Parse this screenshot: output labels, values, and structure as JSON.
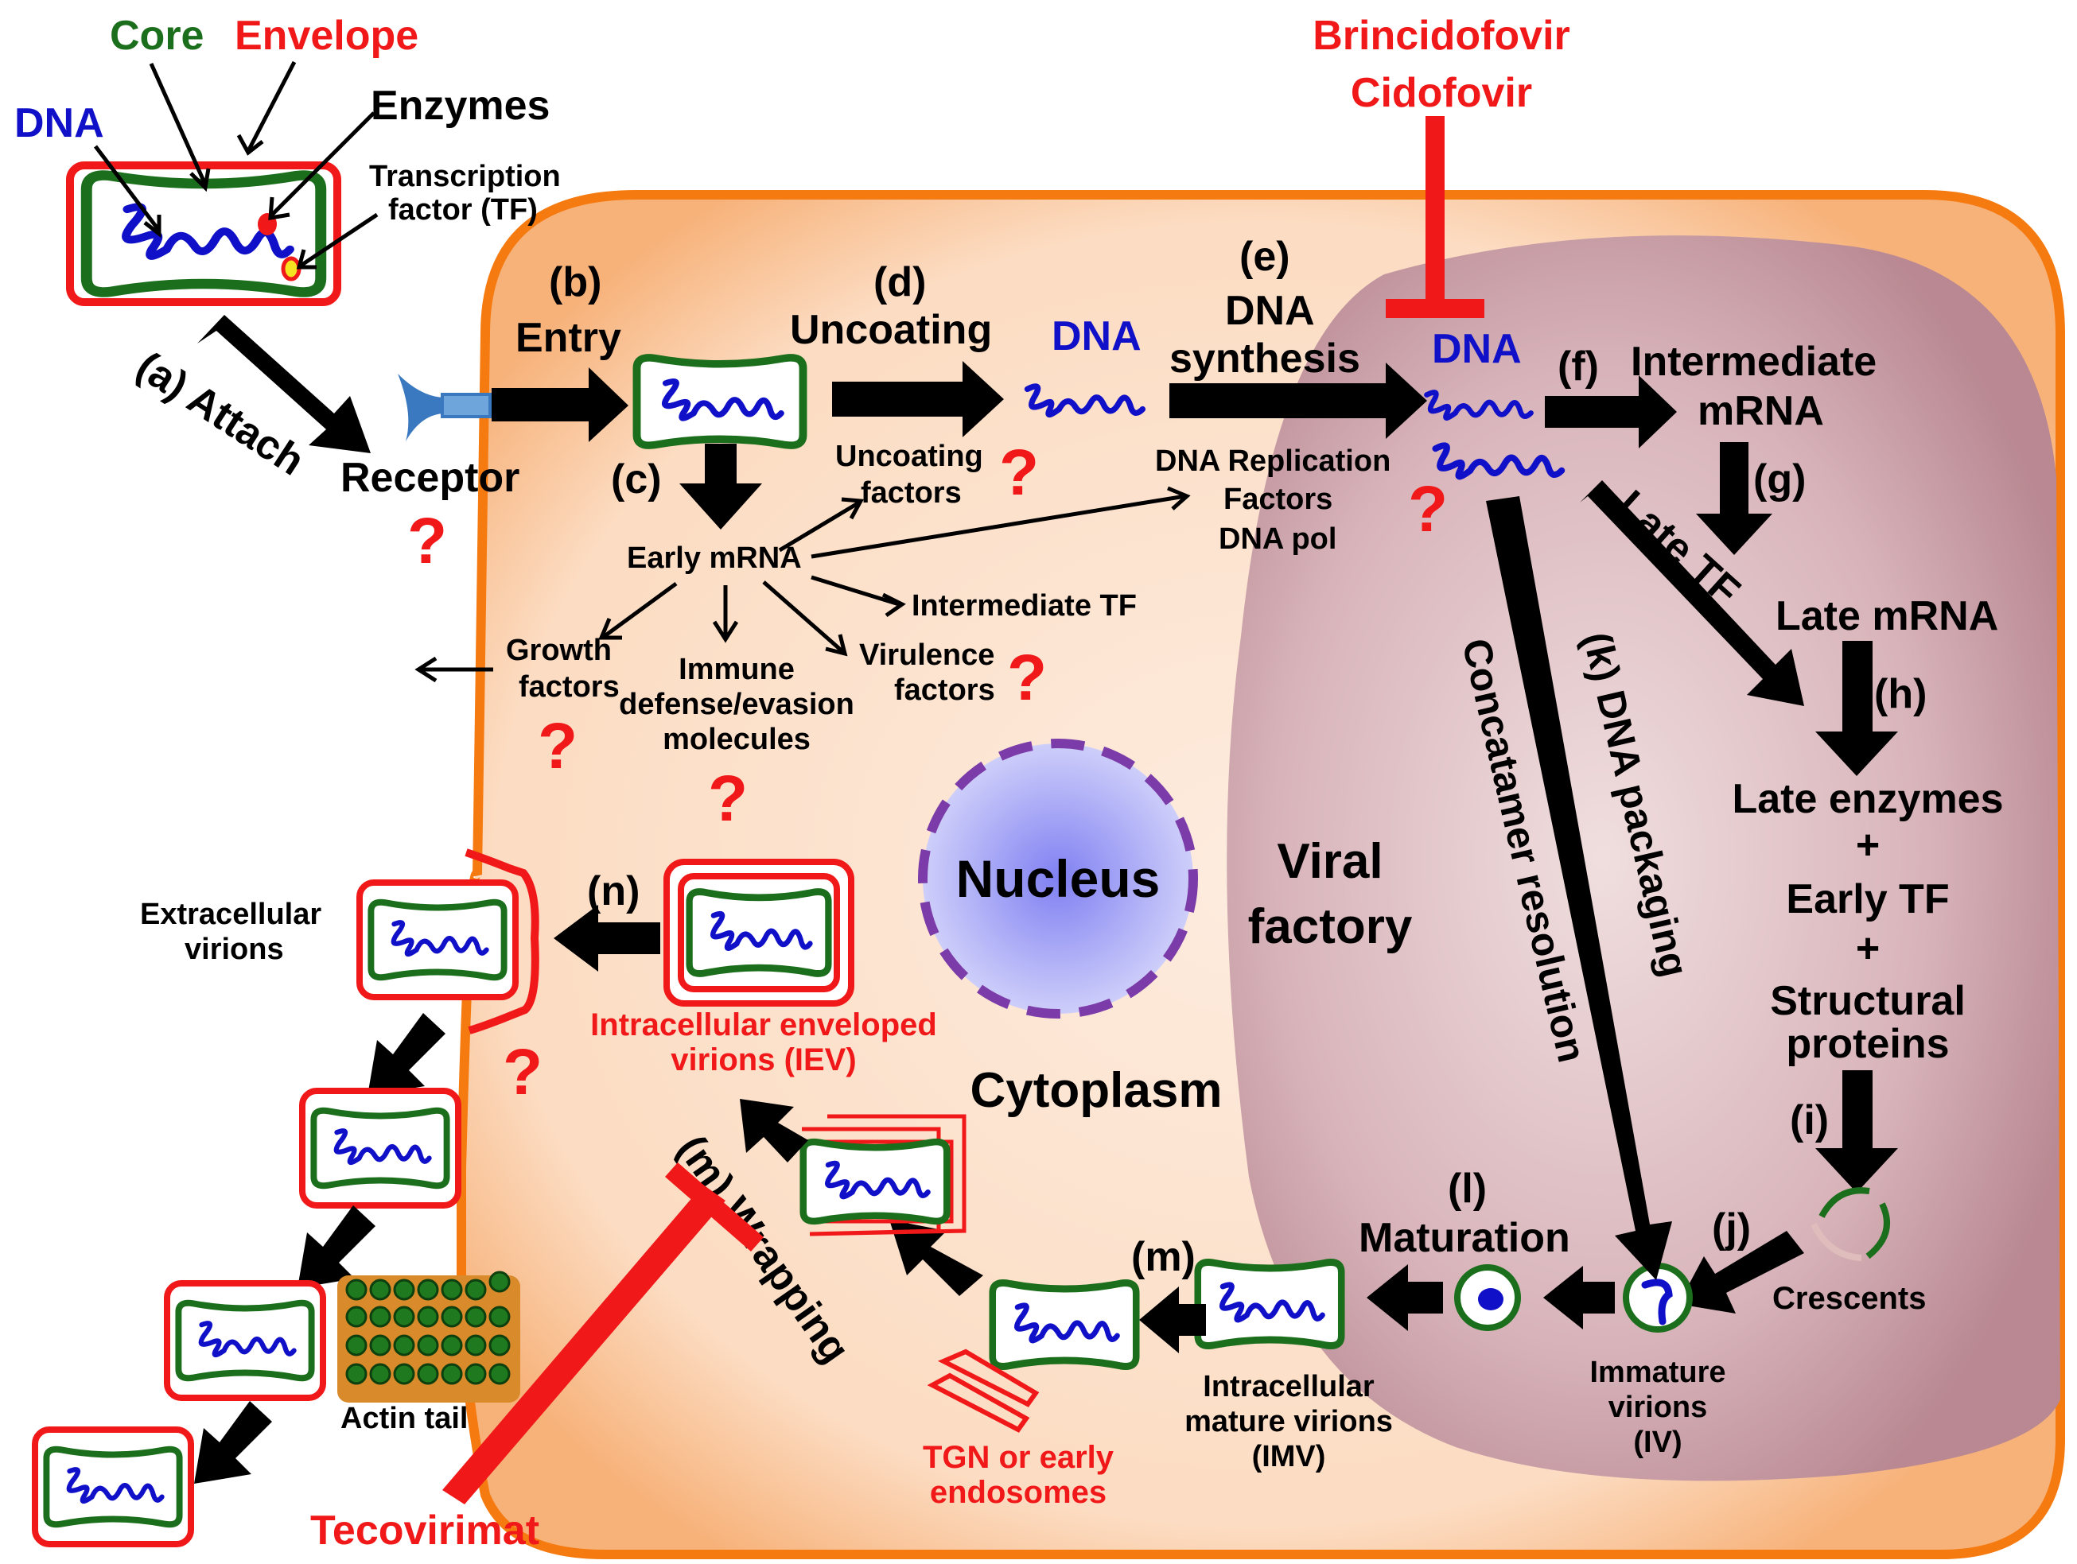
{
  "colors": {
    "cell_fill": "#fde3cf",
    "cell_border": "#f57a10",
    "factory_fill": "#caa2aa",
    "nucleus_fill": "#8a8cf0",
    "nucleus_border": "#7b3ba8",
    "core_green": "#1b6e1b",
    "dna_blue": "#1010c8",
    "envelope_red": "#f01818",
    "text_black": "#000000",
    "receptor_blue": "#3a78c0",
    "actin_fill": "#d98a2a",
    "actin_dot": "#1f7a1f"
  },
  "virion_labels": {
    "core": "Core",
    "envelope": "Envelope",
    "dna": "DNA",
    "enzymes": "Enzymes",
    "tf_line1": "Transcription",
    "tf_line2": "factor (TF)"
  },
  "steps": {
    "attach": "(a) Attach",
    "receptor": "Receptor",
    "b": "(b)",
    "entry": "Entry",
    "c": "(c)",
    "d": "(d)",
    "uncoating": "Uncoating",
    "dna_cyto": "DNA",
    "e": "(e)",
    "dna_synth_1": "DNA",
    "dna_synth_2": "synthesis",
    "dna_factory": "DNA",
    "f": "(f)",
    "intermediate_1": "Intermediate",
    "intermediate_2": "mRNA",
    "g": "(g)",
    "late_tf": "Late TF",
    "late_mrna": "Late mRNA",
    "h": "(h)",
    "late_enzymes": "Late enzymes",
    "plus1": "+",
    "early_tf": "Early TF",
    "plus2": "+",
    "structural_1": "Structural",
    "structural_2": "proteins",
    "i": "(i)",
    "j": "(j)",
    "crescents": "Crescents",
    "immature_1": "Immature",
    "immature_2": "virions",
    "immature_3": "(IV)",
    "l": "(l)",
    "maturation": "Maturation",
    "imv_1": "Intracellular",
    "imv_2": "mature virions",
    "imv_3": "(IMV)",
    "m": "(m)",
    "tgn_1": "TGN or early",
    "tgn_2": "endosomes",
    "wrapping": "(m) Wrapping",
    "iev_1": "Intracellular enveloped",
    "iev_2": "virions (IEV)",
    "n": "(n)",
    "extracellular_1": "Extracellular",
    "extracellular_2": "virions",
    "actin_tail": "Actin tail",
    "concatamer": "Concatamer resolution",
    "dna_packaging": "(k) DNA packaging",
    "viral_1": "Viral",
    "viral_2": "factory",
    "nucleus": "Nucleus",
    "cytoplasm": "Cytoplasm"
  },
  "early_products": {
    "early_mrna": "Early mRNA",
    "uncoating_factors_1": "Uncoating",
    "uncoating_factors_2": "factors",
    "rep_1": "DNA Replication",
    "rep_2": "Factors",
    "rep_3": "DNA pol",
    "intermediate_tf": "Intermediate TF",
    "virulence_1": "Virulence",
    "virulence_2": "factors",
    "immune_1": "Immune",
    "immune_2": "defense/evasion",
    "immune_3": "molecules",
    "growth_1": "Growth",
    "growth_2": "factors"
  },
  "drugs": {
    "brincidofovir": "Brincidofovir",
    "cidofovir": "Cidofovir",
    "tecovirimat": "Tecovirimat"
  },
  "question_mark": "?"
}
